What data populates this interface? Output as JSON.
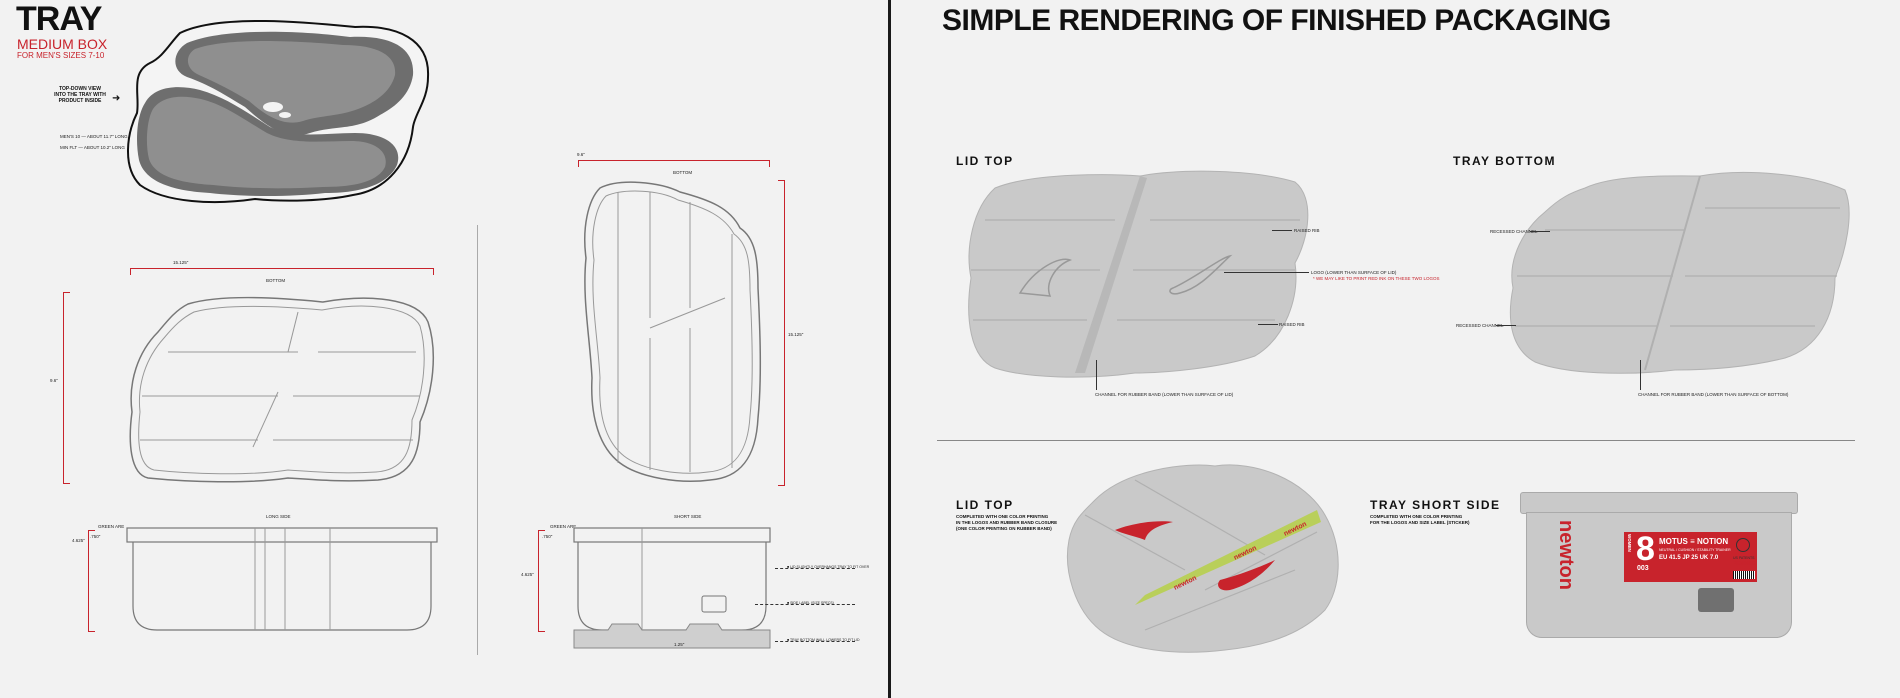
{
  "left_panel": {
    "title": "TRAY",
    "subtitle": "MEDIUM BOX",
    "sizes": "FOR MEN'S SIZES 7-10",
    "topdown_note": [
      "TOP-DOWN VIEW",
      "INTO THE TRAY WITH",
      "PRODUCT INSIDE"
    ],
    "shoe_note_1": "MEN'S 10 — ABOUT 11.7\" LONG",
    "shoe_note_2": "MIN FLT — ABOUT 10.2\" LONG",
    "bottom_label": "BOTTOM",
    "bottom_label_2": "BOTTOM",
    "width_dim": "15.125\"",
    "height_dim": "9.6\"",
    "width_dim_2": "9.6\"",
    "height_dim_2": "15.125\"",
    "long_side_label": "LONG SIDE",
    "short_side_label": "SHORT SIDE",
    "side_height_1": "4.625\"",
    "side_height_2": "4.625\"",
    "side_small_1": ".750\"",
    "side_small_2": ".750\"",
    "lip_note_1": "GREEN ARE",
    "lip_note_2": "GREEN ARE",
    "short_note_1": "■ LID SLIGHTLY OVERHANGS TRAY TO FIT OVER",
    "short_note_2": "■ SIDE LABEL (SIZE SPECS)",
    "short_note_3": "■ TRAY BOTTOM WALL LOWERS TO FIT LID",
    "bottom_dim": "1.25\""
  },
  "right_panel": {
    "title": "SIMPLE RENDERING OF FINISHED PACKAGING",
    "lid_top_label": "LID TOP",
    "tray_bottom_label": "TRAY BOTTOM",
    "lid_top_label_2": "LID TOP",
    "tray_short_side_label": "TRAY SHORT SIDE",
    "raised_1": "RAISED RIB",
    "raised_2": "RAISED RIB",
    "logo_note": "LOGO   (LOWER THAN SURFACE OF LID)",
    "logo_note_red": "* WE MAY LIKE TO PRINT RED INK ON THESE TWO LOGOS",
    "channel_lid": "CHANNEL FOR RUBBER BAND   (LOWER THAN SURFACE OF LID)",
    "recessed_1": "RECESSED CHANNEL",
    "recessed_2": "RECESSED CHANNEL",
    "channel_tray": "CHANNEL FOR RUBBER BAND   (LOWER THAN SURFACE OF BOTTOM)",
    "lid_desc": [
      "COMPLETED WITH ONE COLOR PRINTING",
      "IN THE LOGOS AND RUBBER BAND CLOSURE",
      "(ONE COLOR PRINTING ON RUBBER BAND)"
    ],
    "short_desc": [
      "COMPLETED WITH ONE COLOR PRINTING",
      "FOR THE LOGOS AND SIZE LABEL (STICKER)"
    ],
    "band_text": "newton"
  },
  "label": {
    "brand": "newton",
    "gender": "WOMEN",
    "size": "8",
    "code": "003",
    "model": "MOTUS ≡ NOTION",
    "model_sub": "NEUTRAL / CUSHION / STABILITY TRAINER",
    "sizes_line": "EU 41.5  JP 25  UK 7.0",
    "patent_1": "US PATENTS",
    "patent_2": "PENDING"
  },
  "colors": {
    "accent": "#c8232c",
    "tray_gray": "#c9c9c9",
    "band_green": "#b9cf5a",
    "dark_line": "#1a1a1a"
  }
}
